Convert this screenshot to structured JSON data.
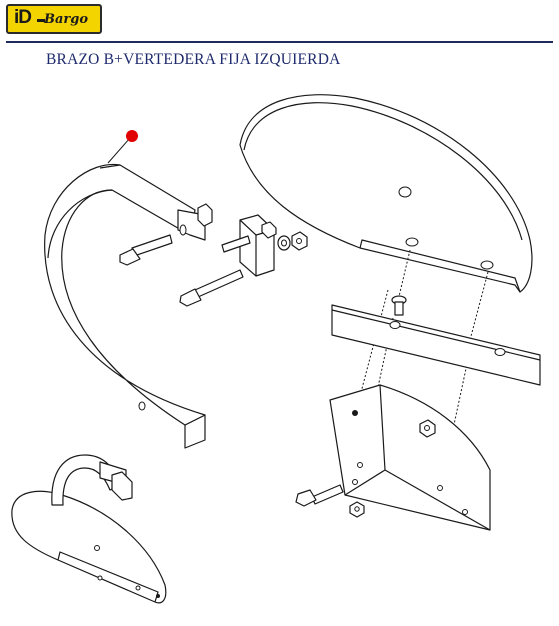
{
  "logo": {
    "id_text": "iD",
    "script_text": "Bargo",
    "brand_color": "#f4d400"
  },
  "title": "BRAZO B+VERTEDERA FIJA IZQUIERDA",
  "colors": {
    "title": "#1e2a6e",
    "rule": "#1e2a5a",
    "marker": "#e00000",
    "line": "#1a1a1a"
  },
  "diagram": {
    "icon": "exploded-parts-drawing-icon",
    "inset_icon": "assembled-view-icon"
  }
}
